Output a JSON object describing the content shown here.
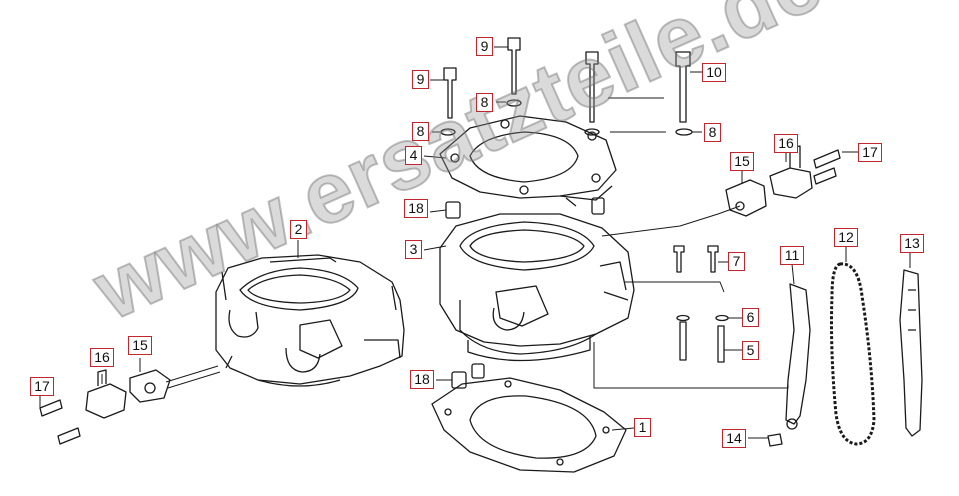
{
  "watermark": "www.ersatzteile.de",
  "callouts": [
    {
      "id": "c1",
      "label": "1"
    },
    {
      "id": "c2",
      "label": "2"
    },
    {
      "id": "c3",
      "label": "3"
    },
    {
      "id": "c4",
      "label": "4"
    },
    {
      "id": "c5",
      "label": "5"
    },
    {
      "id": "c6",
      "label": "6"
    },
    {
      "id": "c7",
      "label": "7"
    },
    {
      "id": "c8a",
      "label": "8"
    },
    {
      "id": "c8b",
      "label": "8"
    },
    {
      "id": "c8c",
      "label": "8"
    },
    {
      "id": "c9a",
      "label": "9"
    },
    {
      "id": "c9b",
      "label": "9"
    },
    {
      "id": "c10",
      "label": "10"
    },
    {
      "id": "c11",
      "label": "11"
    },
    {
      "id": "c12",
      "label": "12"
    },
    {
      "id": "c13",
      "label": "13"
    },
    {
      "id": "c14",
      "label": "14"
    },
    {
      "id": "c15a",
      "label": "15"
    },
    {
      "id": "c15b",
      "label": "15"
    },
    {
      "id": "c16a",
      "label": "16"
    },
    {
      "id": "c16b",
      "label": "16"
    },
    {
      "id": "c17a",
      "label": "17"
    },
    {
      "id": "c17b",
      "label": "17"
    },
    {
      "id": "c18a",
      "label": "18"
    },
    {
      "id": "c18b",
      "label": "18"
    }
  ],
  "colors": {
    "callout_border": "#c0262c",
    "line": "#1a1a1a",
    "watermark": "#969696"
  }
}
